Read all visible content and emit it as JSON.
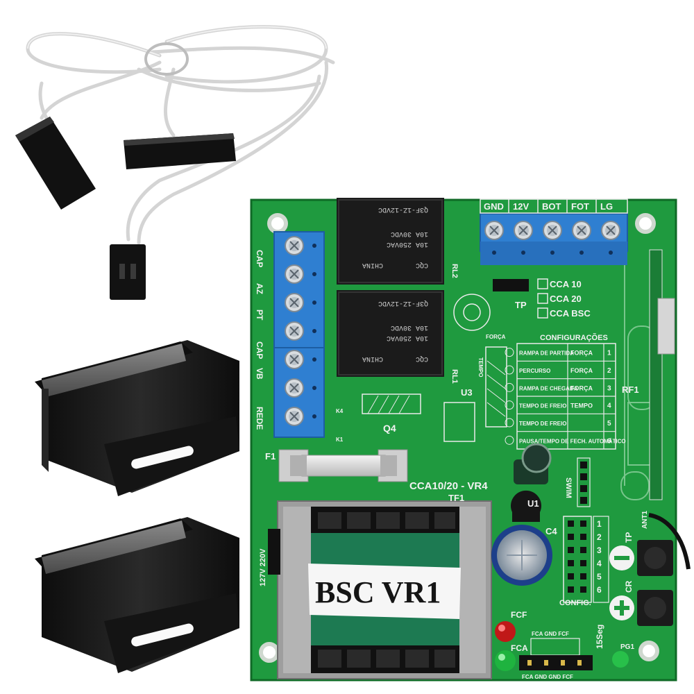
{
  "board": {
    "model": "CCA10/20 - VR4",
    "terminal_top": [
      "GND",
      "12V",
      "BOT",
      "FOT",
      "LG"
    ],
    "terminal_left": [
      "CAP",
      "AZ",
      "PT",
      "CAP",
      "VB",
      "REDE"
    ],
    "options": [
      "CCA 10",
      "CCA 20",
      "CCA BSC"
    ],
    "tp": "TP",
    "config_title": "CONFIGURAÇÕES",
    "config_rows": [
      {
        "name": "RAMPA DE PARTIDA",
        "value": "FORÇA",
        "num": "1"
      },
      {
        "name": "PERCURSO",
        "value": "FORÇA",
        "num": "2"
      },
      {
        "name": "RAMPA DE CHEGADA",
        "value": "FORÇA",
        "num": "3"
      },
      {
        "name": "TEMPO DE FREIO",
        "value": "TEMPO",
        "num": "4"
      },
      {
        "name": "TEMPO DE FREIO",
        "value": "",
        "num": "5"
      },
      {
        "name": "PAUSA/TEMPO DE FECH. AUTOMÁTICO",
        "value": "",
        "num": "6"
      }
    ],
    "relay_text": [
      "CQC",
      "CHINA",
      "10A 250VAC",
      "10A 30VDC",
      "Q3F-1Z-12VDC"
    ],
    "labels": {
      "rl1": "RL1",
      "rl2": "RL2",
      "u3": "U3",
      "q4": "Q4",
      "f1": "F1",
      "tf1": "TF1",
      "u1": "U1",
      "c4": "C4",
      "rf1": "RF1",
      "ant1": "ANT1",
      "swim": "SWIM",
      "config": "CONFIG.",
      "fcf": "FCF",
      "fca": "FCA",
      "fca_pins": "FCA GND FCF",
      "fca_pins_bottom": "FCA GND GND FCF",
      "seg": "15Seg",
      "pg1": "PG1",
      "voltage": "127V 220V",
      "forca": "FORÇA",
      "tempo": "TEMPO",
      "cr": "CR",
      "tp_btn": "TP",
      "k1": "K1",
      "k4": "K4"
    },
    "jumper_nums": [
      "1",
      "2",
      "3",
      "4",
      "5",
      "6"
    ],
    "transformer_label": "BSC VR1"
  },
  "colors": {
    "pcb": "#1f9a3f",
    "pcb_dark": "#157a30",
    "terminal": "#2f7fd1",
    "relay": "#1b1b1b",
    "transformer": "#1d7a52",
    "magnet": "#1a1a1a",
    "wire": "#d8d8d8"
  }
}
